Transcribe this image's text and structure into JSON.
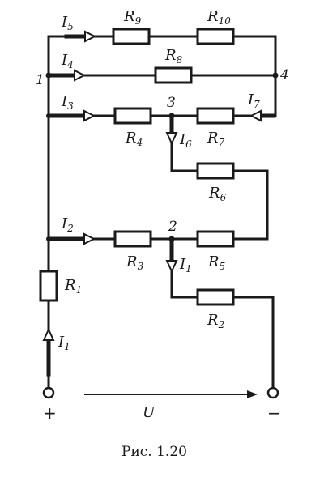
{
  "caption": "Рис. 1.20",
  "voltage_label": "U",
  "terminals": {
    "plus": "+",
    "minus": "−"
  },
  "nodes": {
    "n1": "1",
    "n2": "2",
    "n3": "3",
    "n4": "4"
  },
  "resistors": {
    "r1": {
      "base": "R",
      "sub": "1"
    },
    "r2": {
      "base": "R",
      "sub": "2"
    },
    "r3": {
      "base": "R",
      "sub": "3"
    },
    "r4": {
      "base": "R",
      "sub": "4"
    },
    "r5": {
      "base": "R",
      "sub": "5"
    },
    "r6": {
      "base": "R",
      "sub": "6"
    },
    "r7": {
      "base": "R",
      "sub": "7"
    },
    "r8": {
      "base": "R",
      "sub": "8"
    },
    "r9": {
      "base": "R",
      "sub": "9"
    },
    "r10": {
      "base": "R",
      "sub": "10"
    }
  },
  "currents": {
    "i1_left": {
      "base": "I",
      "sub": "1"
    },
    "i1_mid": {
      "base": "I",
      "sub": "1"
    },
    "i2": {
      "base": "I",
      "sub": "2"
    },
    "i3": {
      "base": "I",
      "sub": "3"
    },
    "i4": {
      "base": "I",
      "sub": "4"
    },
    "i5": {
      "base": "I",
      "sub": "5"
    },
    "i6": {
      "base": "I",
      "sub": "6"
    },
    "i7": {
      "base": "I",
      "sub": "7"
    }
  }
}
